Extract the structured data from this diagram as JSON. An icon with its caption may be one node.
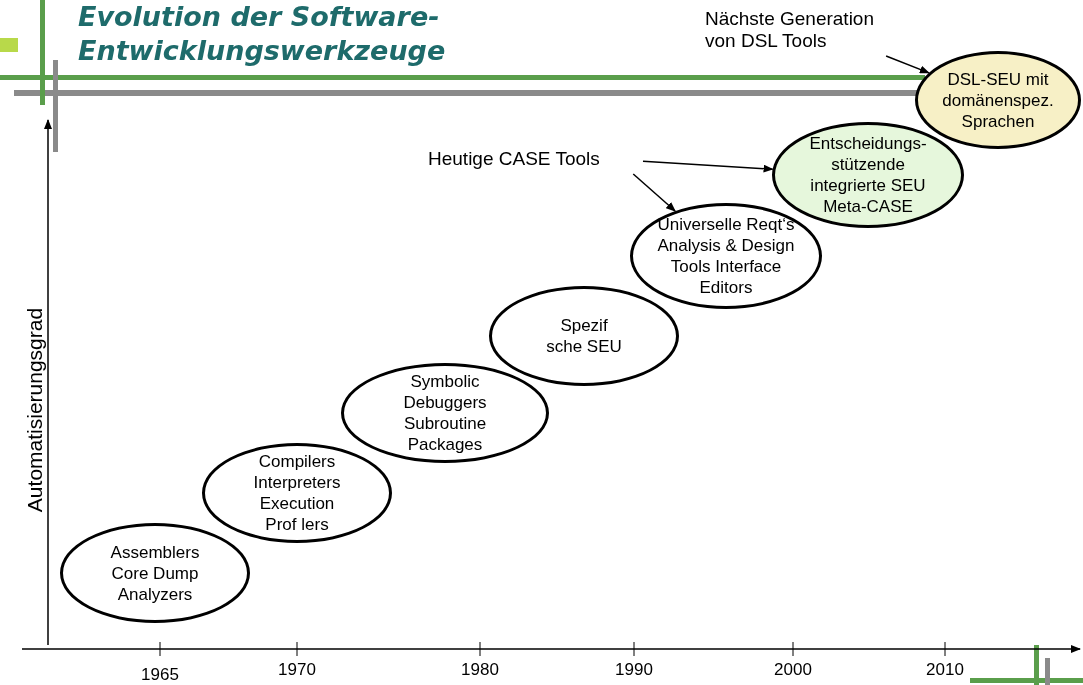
{
  "diagram": {
    "title": "Evolution der Software-Entwicklungswerkzeuge",
    "nodes": [
      {
        "text": [
          "Assemblers Core Dump Analyzers"
        ]
      },
      {
        "text": [
          "Compilers Interpreters Execution Prof lers"
        ]
      },
      {
        "text": [
          "Symbolic Debuggers Subroutine Packages"
        ]
      },
      {
        "text": [
          "Spezif sche SEU"
        ]
      },
      {
        "text": [
          "Universelle Reqt‘s Analysis & Design Tools Interface Editors"
        ]
      },
      {
        "text": [
          "Entscheidungs-stützende integrierte SEU Meta-CASE"
        ]
      },
      {
        "text": [
          "DSL-SEU mit domänenspez. Sprachen"
        ]
      },
      {
        "text": [
          "Heutige CASE Tools"
        ]
      },
      {
        "text": [
          "Nächste Generation von DSL Tools"
        ]
      }
    ],
    "edges": [
      {
        "from": 7,
        "to": 5,
        "arrow": "to"
      },
      {
        "from": 7,
        "to": 4,
        "arrow": "to"
      },
      {
        "from": 8,
        "to": 6,
        "arrow": "to"
      }
    ],
    "labels": [
      "Automatisierungsgrad",
      "1965",
      "1970",
      "1980",
      "1990",
      "2000",
      "2010"
    ]
  }
}
